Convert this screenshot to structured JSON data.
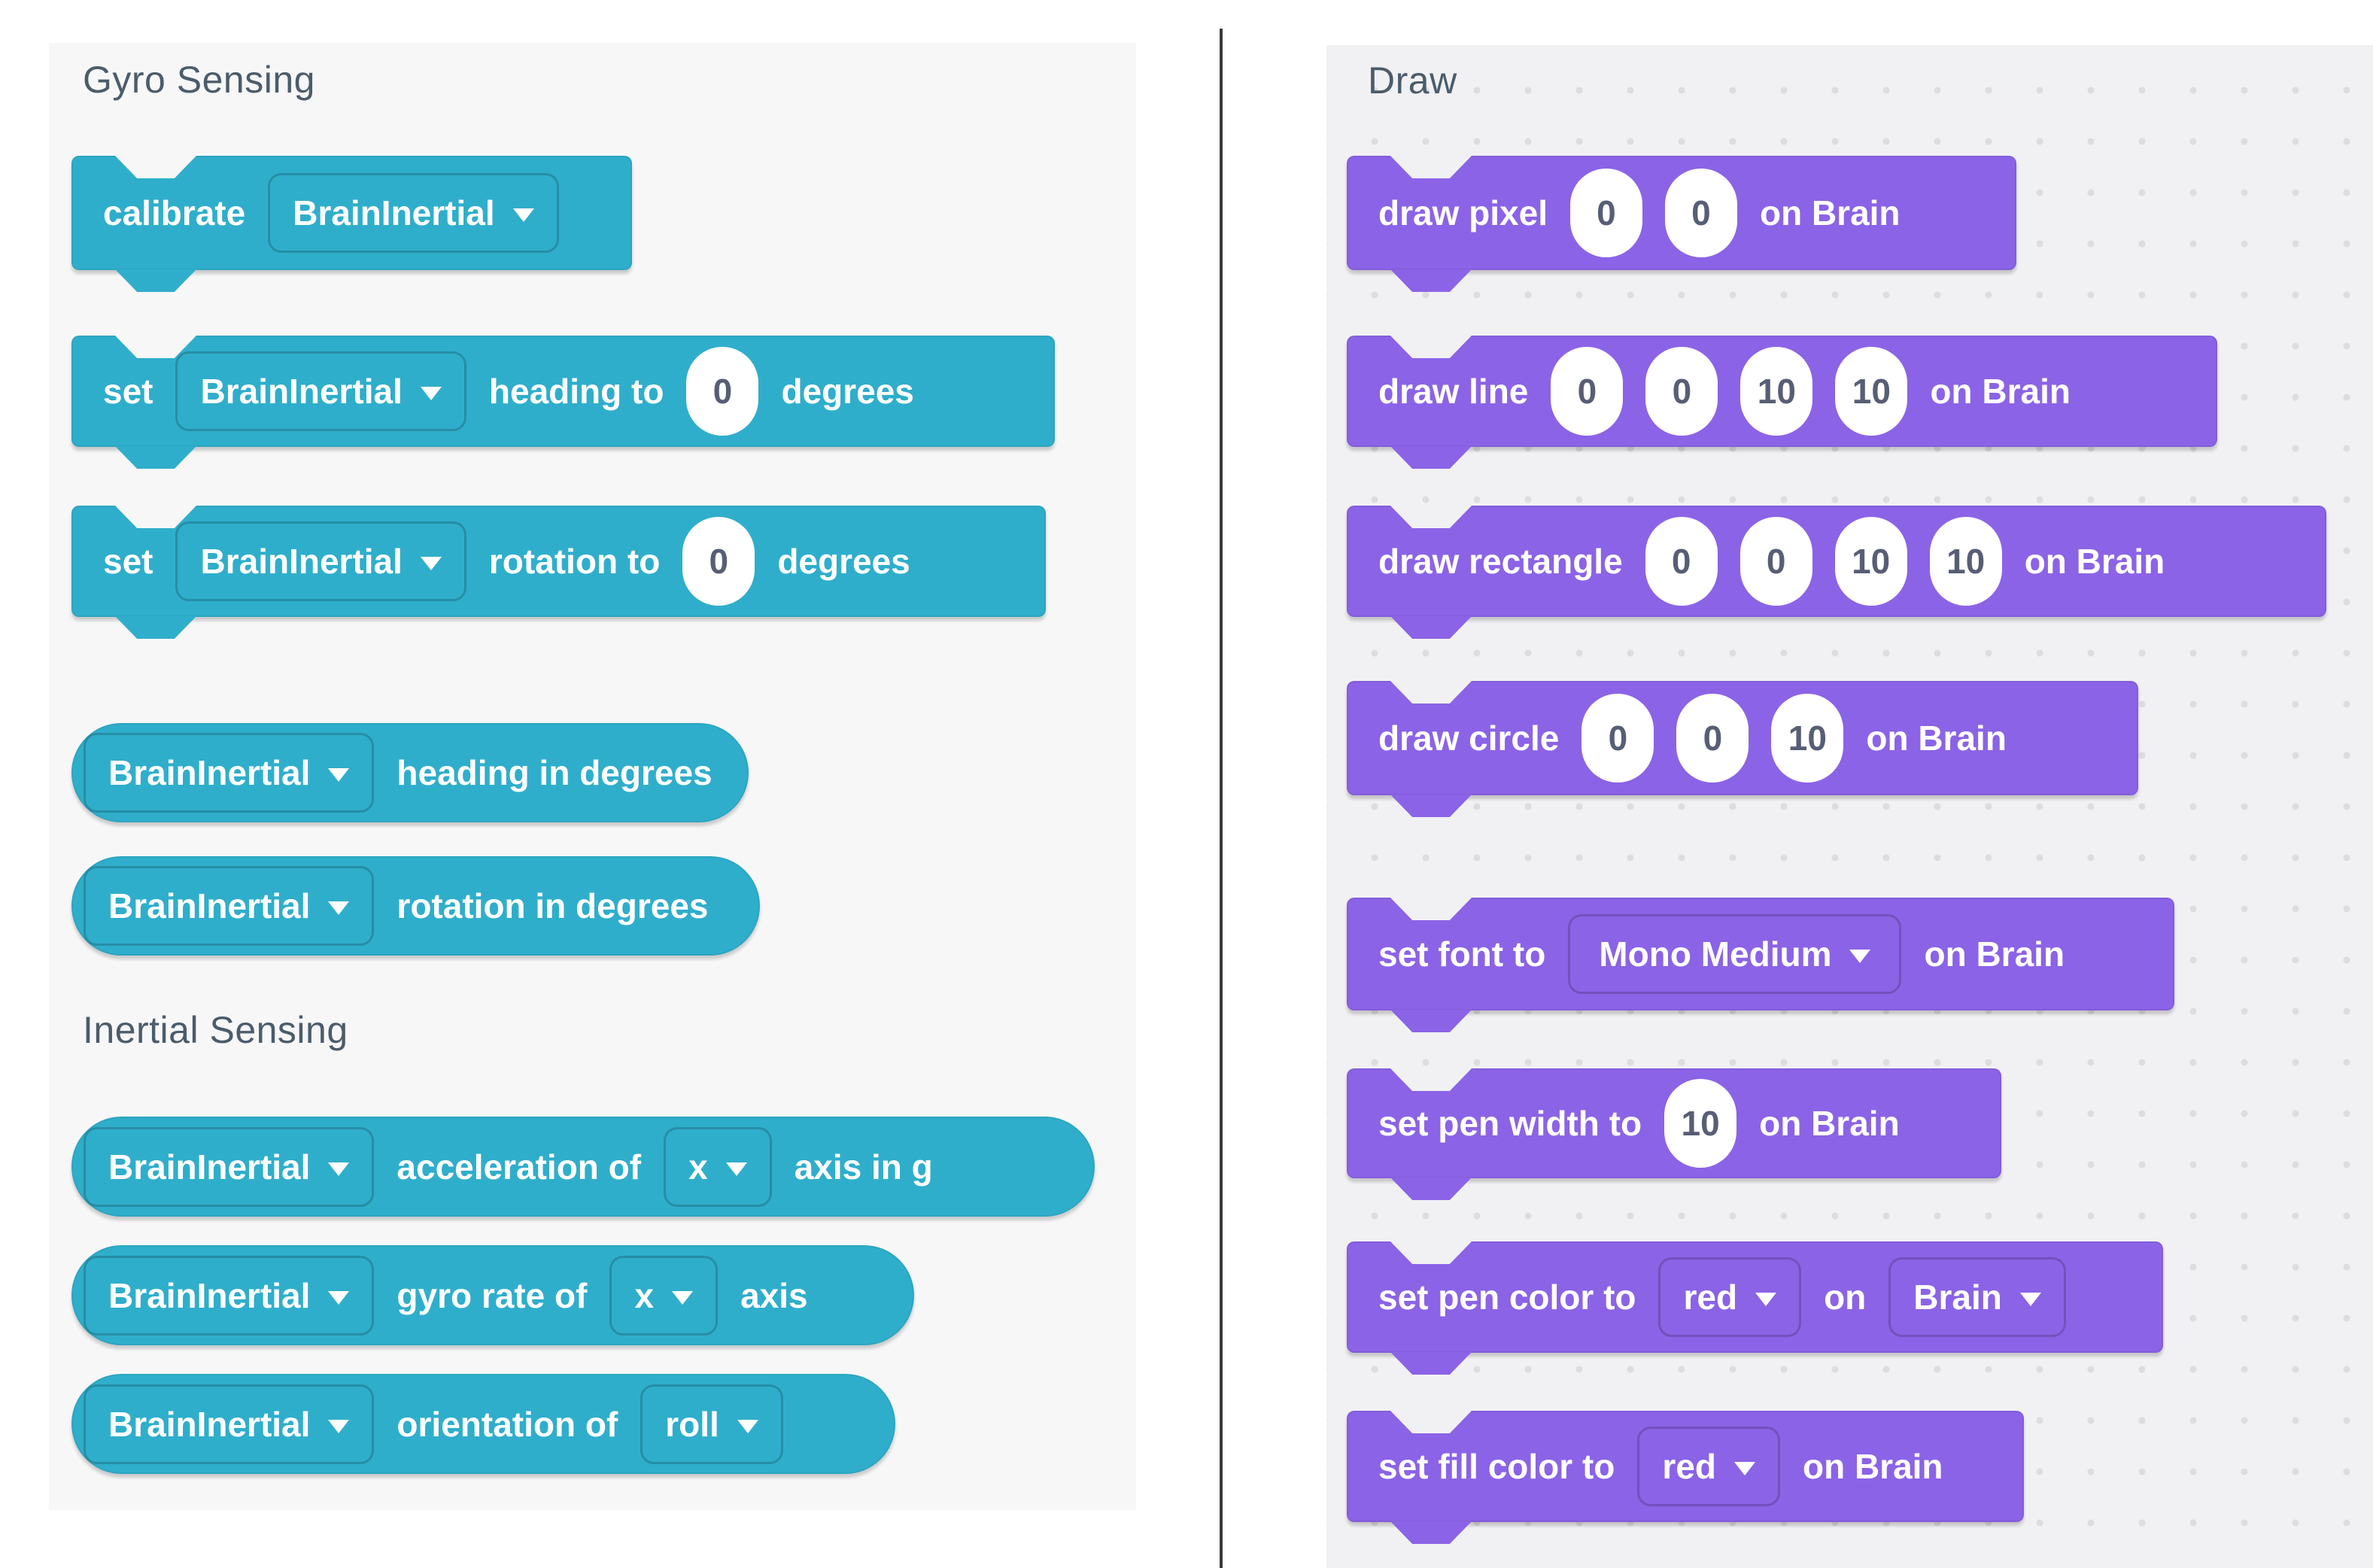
{
  "colors": {
    "teal": "#2faecb",
    "purple": "#8b63e6",
    "oval-text": "#575e75",
    "heading": "#4b5c6b",
    "left-bg": "#f7f7f8",
    "right-bg": "#f1f1f3",
    "divider": "#3a3a3a",
    "dot": "#dddde0"
  },
  "left": {
    "section1_title": "Gyro Sensing",
    "section2_title": "Inertial Sensing",
    "b1": {
      "label": "calibrate",
      "device": "BrainInertial"
    },
    "b2": {
      "label": "set",
      "device": "BrainInertial",
      "mid": "heading to",
      "value": "0",
      "suffix": "degrees"
    },
    "b3": {
      "label": "set",
      "device": "BrainInertial",
      "mid": "rotation to",
      "value": "0",
      "suffix": "degrees"
    },
    "b4": {
      "device": "BrainInertial",
      "label": "heading in degrees"
    },
    "b5": {
      "device": "BrainInertial",
      "label": "rotation in degrees"
    },
    "b6": {
      "device": "BrainInertial",
      "label": "acceleration of",
      "axis": "x",
      "suffix": "axis in g"
    },
    "b7": {
      "device": "BrainInertial",
      "label": "gyro rate of",
      "axis": "x",
      "suffix": "axis"
    },
    "b8": {
      "device": "BrainInertial",
      "label": "orientation of",
      "axis": "roll"
    }
  },
  "right": {
    "section_title": "Draw",
    "b1": {
      "label": "draw pixel",
      "v1": "0",
      "v2": "0",
      "suffix": "on Brain"
    },
    "b2": {
      "label": "draw line",
      "v1": "0",
      "v2": "0",
      "v3": "10",
      "v4": "10",
      "suffix": "on Brain"
    },
    "b3": {
      "label": "draw rectangle",
      "v1": "0",
      "v2": "0",
      "v3": "10",
      "v4": "10",
      "suffix": "on Brain"
    },
    "b4": {
      "label": "draw circle",
      "v1": "0",
      "v2": "0",
      "v3": "10",
      "suffix": "on Brain"
    },
    "b5": {
      "label": "set font to",
      "font": "Mono Medium",
      "suffix": "on Brain"
    },
    "b6": {
      "label": "set pen width to",
      "v1": "10",
      "suffix": "on Brain"
    },
    "b7": {
      "label": "set pen color to",
      "color": "red",
      "mid": "on",
      "device": "Brain"
    },
    "b8": {
      "label": "set fill color to",
      "color": "red",
      "suffix": "on Brain"
    }
  }
}
